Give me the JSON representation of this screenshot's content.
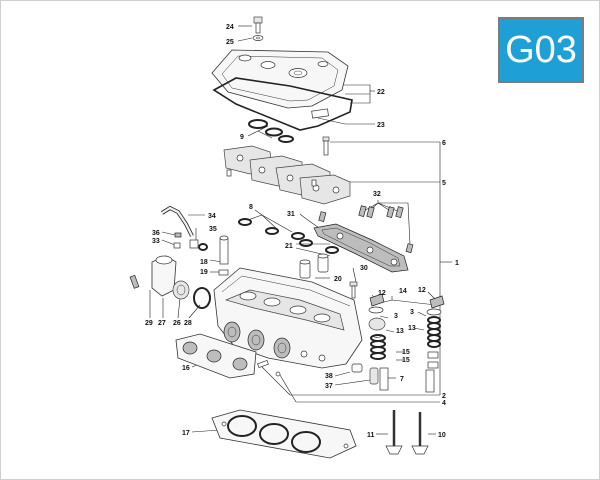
{
  "badge": {
    "code": "G03"
  },
  "callouts": [
    {
      "id": "24",
      "text": "24"
    },
    {
      "id": "25",
      "text": "25"
    },
    {
      "id": "22",
      "text": "22"
    },
    {
      "id": "23",
      "text": "23"
    },
    {
      "id": "9",
      "text": "9"
    },
    {
      "id": "6",
      "text": "6"
    },
    {
      "id": "5",
      "text": "5"
    },
    {
      "id": "32",
      "text": "32"
    },
    {
      "id": "8",
      "text": "8"
    },
    {
      "id": "34",
      "text": "34"
    },
    {
      "id": "31",
      "text": "31"
    },
    {
      "id": "36",
      "text": "36"
    },
    {
      "id": "33",
      "text": "33"
    },
    {
      "id": "35",
      "text": "35"
    },
    {
      "id": "18",
      "text": "18"
    },
    {
      "id": "21",
      "text": "21"
    },
    {
      "id": "1",
      "text": "1"
    },
    {
      "id": "19",
      "text": "19"
    },
    {
      "id": "30",
      "text": "30"
    },
    {
      "id": "20",
      "text": "20"
    },
    {
      "id": "12a",
      "text": "12"
    },
    {
      "id": "12b",
      "text": "12"
    },
    {
      "id": "14",
      "text": "14"
    },
    {
      "id": "3a",
      "text": "3"
    },
    {
      "id": "3b",
      "text": "3"
    },
    {
      "id": "29",
      "text": "29"
    },
    {
      "id": "27",
      "text": "27"
    },
    {
      "id": "26",
      "text": "26"
    },
    {
      "id": "28",
      "text": "28"
    },
    {
      "id": "13a",
      "text": "13"
    },
    {
      "id": "13b",
      "text": "13"
    },
    {
      "id": "15a",
      "text": "15"
    },
    {
      "id": "15b",
      "text": "15"
    },
    {
      "id": "16",
      "text": "16"
    },
    {
      "id": "38",
      "text": "38"
    },
    {
      "id": "7",
      "text": "7"
    },
    {
      "id": "37",
      "text": "37"
    },
    {
      "id": "2",
      "text": "2"
    },
    {
      "id": "4",
      "text": "4"
    },
    {
      "id": "17",
      "text": "17"
    },
    {
      "id": "11",
      "text": "11"
    },
    {
      "id": "10",
      "text": "10"
    }
  ]
}
